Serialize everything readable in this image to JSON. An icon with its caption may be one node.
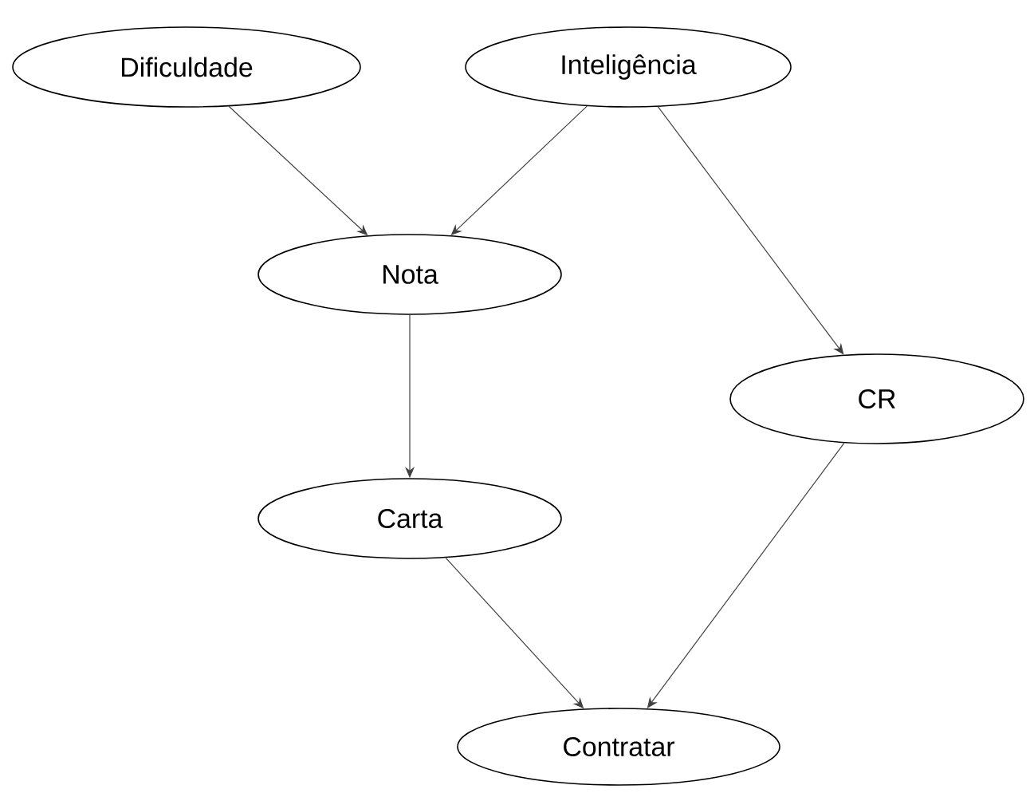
{
  "diagram": {
    "nodes": [
      {
        "text": [
          "Dificuldade"
        ]
      },
      {
        "text": [
          "Inteligência"
        ]
      },
      {
        "text": [
          "Nota"
        ]
      },
      {
        "text": [
          "CR"
        ]
      },
      {
        "text": [
          "Carta"
        ]
      },
      {
        "text": [
          "Contratar"
        ]
      }
    ],
    "edges": [
      {
        "from": 0,
        "to": 2,
        "arrow": "to"
      },
      {
        "from": 1,
        "to": 2,
        "arrow": "to"
      },
      {
        "from": 1,
        "to": 3,
        "arrow": "to"
      },
      {
        "from": 2,
        "to": 4,
        "arrow": "to"
      },
      {
        "from": 4,
        "to": 5,
        "arrow": "to"
      },
      {
        "from": 3,
        "to": 5,
        "arrow": "to"
      }
    ]
  }
}
